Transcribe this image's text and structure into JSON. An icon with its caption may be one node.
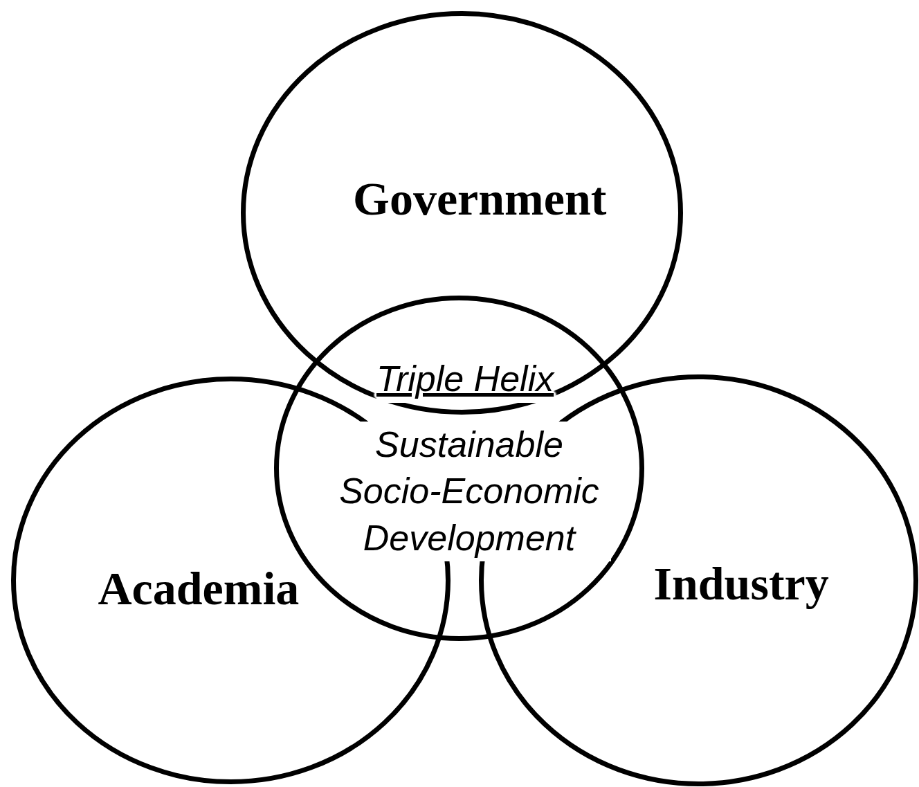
{
  "diagram": {
    "nodes": [
      {
        "text": [
          "Government"
        ]
      },
      {
        "text": [
          "Triple Helix",
          "Sustainable Socio-Economic Development"
        ]
      },
      {
        "text": [
          "Academia"
        ]
      },
      {
        "text": [
          "Industry"
        ]
      }
    ]
  }
}
